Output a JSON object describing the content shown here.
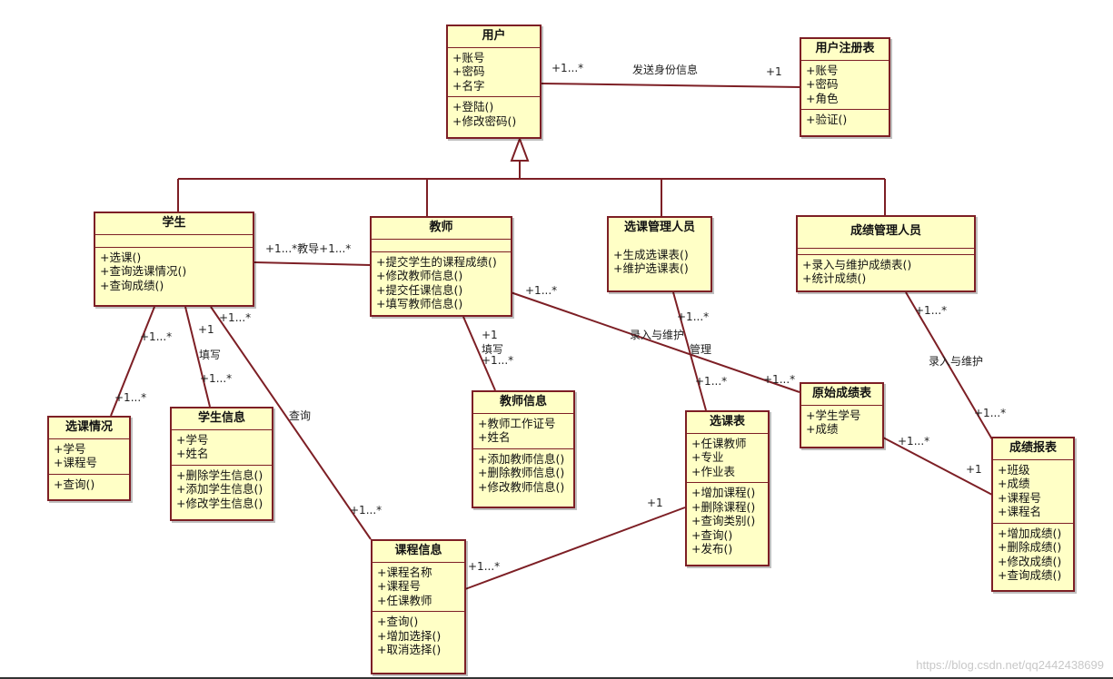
{
  "colors": {
    "line": "#7d1f25",
    "box_fill": "#ffffc6"
  },
  "classes": {
    "user": {
      "title": "用户",
      "attributes": [
        "+账号",
        "+密码",
        "+名字"
      ],
      "methods": [
        "+登陆()",
        "+修改密码()"
      ]
    },
    "register": {
      "title": "用户注册表",
      "attributes": [
        "+账号",
        "+密码",
        "+角色"
      ],
      "methods": [
        "+验证()"
      ]
    },
    "student": {
      "title": "学生",
      "methods": [
        "+选课()",
        "+查询选课情况()",
        "+查询成绩()"
      ]
    },
    "teacher": {
      "title": "教师",
      "methods": [
        "+提交学生的课程成绩()",
        "+修改教师信息()",
        "+提交任课信息()",
        "+填写教师信息()"
      ]
    },
    "course_admin": {
      "title": "选课管理人员",
      "methods": [
        "+生成选课表()",
        "+维护选课表()"
      ]
    },
    "grade_admin": {
      "title": "成绩管理人员",
      "methods": [
        "+录入与维护成绩表()",
        "+统计成绩()"
      ]
    },
    "selection_status": {
      "title": "选课情况",
      "attributes": [
        "+学号",
        "+课程号"
      ],
      "methods": [
        "+查询()"
      ]
    },
    "student_info": {
      "title": "学生信息",
      "attributes": [
        "+学号",
        "+姓名"
      ],
      "methods": [
        "+删除学生信息()",
        "+添加学生信息()",
        "+修改学生信息()"
      ]
    },
    "teacher_info": {
      "title": "教师信息",
      "attributes": [
        "+教师工作证号",
        "+姓名"
      ],
      "methods": [
        "+添加教师信息()",
        "+删除教师信息()",
        "+修改教师信息()"
      ]
    },
    "original_grades": {
      "title": "原始成绩表",
      "attributes": [
        "+学生学号",
        "+成绩"
      ]
    },
    "course_table": {
      "title": "选课表",
      "attributes": [
        "+任课教师",
        "+专业",
        "+作业表"
      ],
      "methods": [
        "+增加课程()",
        "+删除课程()",
        "+查询类别()",
        "+查询()",
        "+发布()"
      ]
    },
    "course_info": {
      "title": "课程信息",
      "attributes": [
        "+课程名称",
        "+课程号",
        "+任课教师"
      ],
      "methods": [
        "+查询()",
        "+增加选择()",
        "+取消选择()"
      ]
    },
    "grade_report": {
      "title": "成绩报表",
      "attributes": [
        "+班级",
        "+成绩",
        "+课程号",
        "+课程名"
      ],
      "methods": [
        "+增加成绩()",
        "+删除成绩()",
        "+修改成绩()",
        "+查询成绩()"
      ]
    }
  },
  "labels": {
    "user_reg_mult1": "+1...*",
    "user_reg_name": "发送身份信息",
    "user_reg_mult2": "+1",
    "stu_tea": "+1...*教导+1...*",
    "sel_m1": "+1...*",
    "sel_m2": "+1...*",
    "si_m1": "+1",
    "si_name": "填写",
    "si_m2": "+1...*",
    "ci_m1": "+1...*",
    "ci_name": "查询",
    "ci_m2": "+1...*",
    "ti_m1": "+1",
    "ti_name": "填写",
    "ti_m2": "+1...*",
    "tog_m1": "+1...*",
    "tog_name": "录入与维护",
    "tog_m2": "+1...*",
    "cac_m1": "+1...*",
    "cac_name": "管理",
    "cac_m2": "+1...*",
    "gar_m1": "+1...*",
    "gar_name": "录入与维护",
    "gar_m2": "+1...*",
    "ogr_m1": "+1...*",
    "ogr_m2": "+1",
    "cci_m1": "+1",
    "cci_m2": "+1...*"
  },
  "watermark": "https://blog.csdn.net/qq2442438699"
}
